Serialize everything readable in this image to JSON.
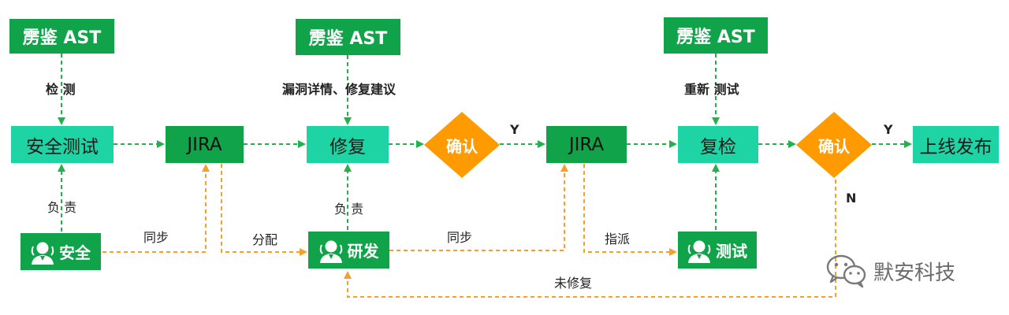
{
  "tool_nodes": [
    "雳鉴 AST",
    "雳鉴 AST",
    "雳鉴 AST"
  ],
  "steps": {
    "security_test": "安全测试",
    "jira_1": "JIRA",
    "fix": "修复",
    "jira_2": "JIRA",
    "retest": "复检",
    "release": "上线发布"
  },
  "decisions": [
    "确认",
    "确认"
  ],
  "roles": {
    "security": "安全",
    "dev": "研发",
    "test": "测试"
  },
  "edge_labels": {
    "detect": "检 测",
    "vuln_detail": "漏洞详情、修复建议",
    "retest": "重新 测试",
    "responsible_1": "负 责",
    "responsible_2": "负 责",
    "sync_1": "同步",
    "assign": "分配",
    "sync_2": "同步",
    "dispatch": "指派",
    "unfixed": "未修复",
    "yes_1": "Y",
    "yes_2": "Y",
    "no": "N"
  },
  "brand": "默安科技",
  "colors": {
    "dark_green": "#10a34a",
    "light_green": "#1fd4a4",
    "orange_diamond": "#ff9a00",
    "arrow_green": "#22b14c",
    "arrow_orange": "#f6a02a"
  },
  "icons": [
    "person-icon",
    "wechat-icon"
  ]
}
